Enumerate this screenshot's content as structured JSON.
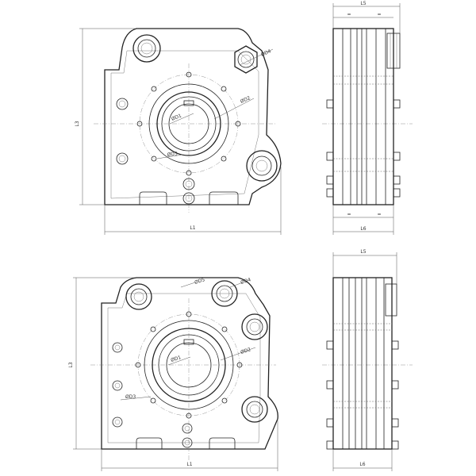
{
  "top_view": {
    "front": {
      "L1": "L1",
      "L3": "L3",
      "D1": "ØD1",
      "D2": "ØD2",
      "D3": "ØD3",
      "D4": "ØD4"
    },
    "side": {
      "L5": "L5",
      "L6": "L6",
      "eq": "="
    }
  },
  "bottom_view": {
    "front": {
      "L1": "L1",
      "L3": "L3",
      "D1": "ØD1",
      "D2": "ØD2",
      "D3": "ØD3",
      "D4": "ØD4",
      "D5": "ØD5"
    },
    "side": {
      "L5": "L5",
      "L6": "L6"
    }
  }
}
